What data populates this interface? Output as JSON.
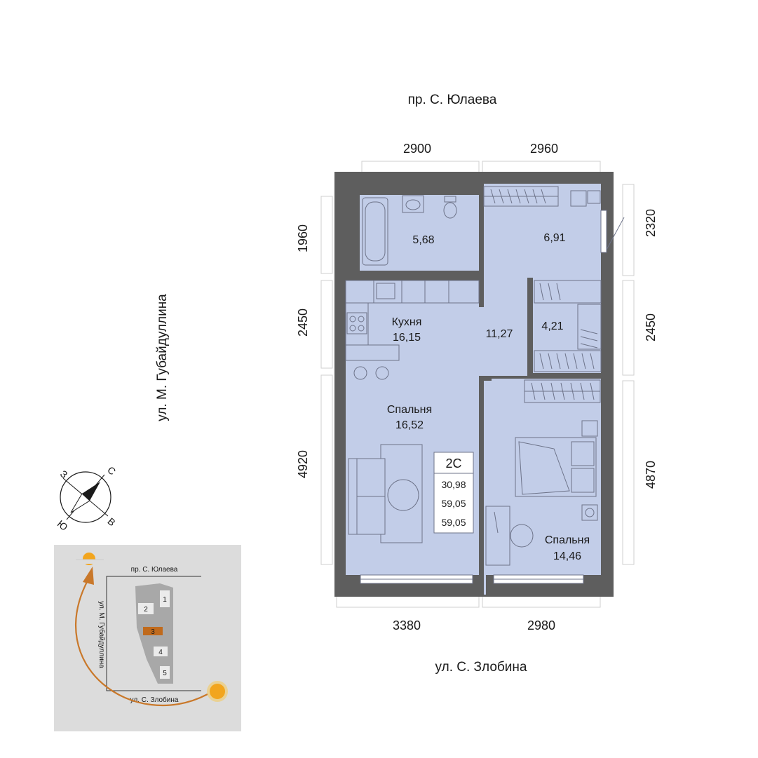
{
  "streets": {
    "top": "пр. С. Юлаева",
    "bottom": "ул. С. Злобина",
    "left": "ул. М. Губайдуллина"
  },
  "dimensions": {
    "top_left": "2900",
    "top_right": "2960",
    "bottom_left": "3380",
    "bottom_right": "2980",
    "left_top": "1960",
    "left_middle": "2450",
    "left_bottom": "4920",
    "right_top": "2320",
    "right_middle": "2450",
    "right_bottom": "4870"
  },
  "rooms": {
    "bathroom": {
      "area": "5,68"
    },
    "hall": {
      "area": "6,91"
    },
    "kitchen": {
      "name": "Кухня",
      "area": "16,15"
    },
    "corridor": {
      "area": "11,27"
    },
    "closet": {
      "area": "4,21"
    },
    "bedroom_left": {
      "name": "Спальня",
      "area": "16,52"
    },
    "bedroom_right": {
      "name": "Спальня",
      "area": "14,46"
    }
  },
  "summary": {
    "type": "2С",
    "living_area": "30,98",
    "total_area": "59,05",
    "total_area_balcony": "59,05"
  },
  "compass": {
    "north": "С",
    "south": "Ю",
    "east": "В",
    "west": "З"
  },
  "site_plan": {
    "street_top": "пр. С. Юлаева",
    "street_left": "ул. М. Губайдуллина",
    "street_bottom": "ул. С. Злобина",
    "sections": [
      "1",
      "2",
      "3",
      "4",
      "5"
    ],
    "highlighted_section": "3",
    "colors": {
      "background": "#dcdcdc",
      "building": "#a8a8a8",
      "highlight": "#c06a1c",
      "sun_path": "#c9782a"
    }
  },
  "colors": {
    "wall": "#5e5e5e",
    "floor": "#c2cde8",
    "furniture": "#6d7389"
  }
}
